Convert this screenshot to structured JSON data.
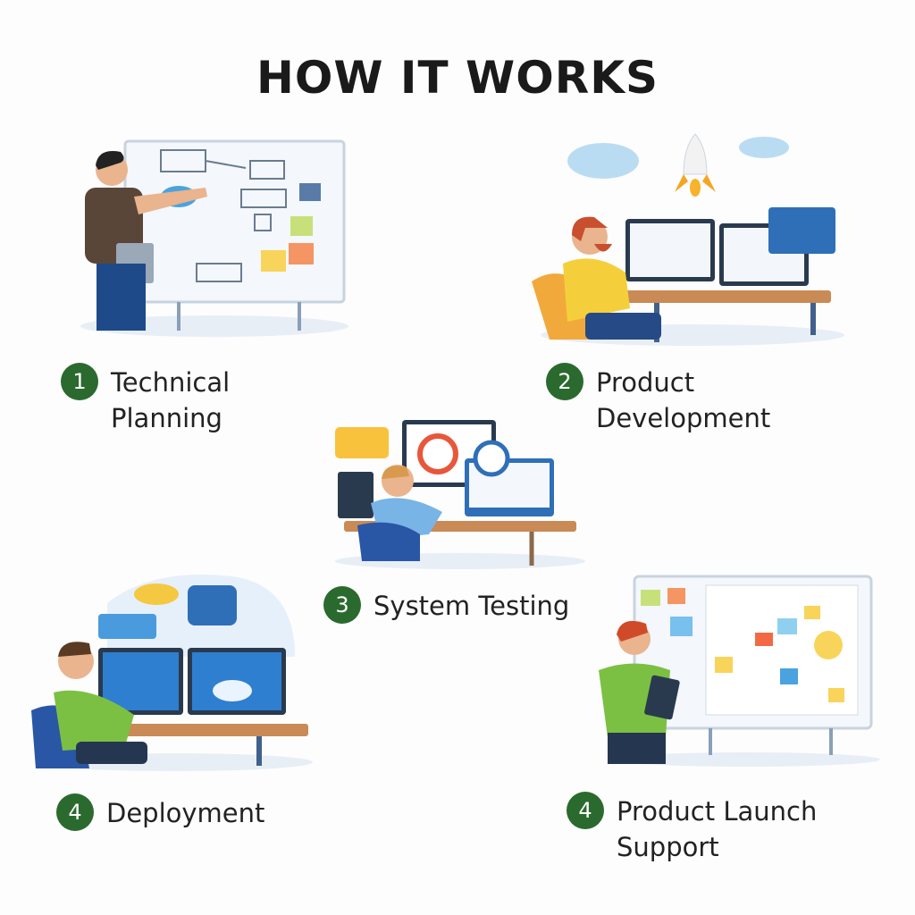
{
  "title": "HOW IT WORKS",
  "steps": [
    {
      "number": "1",
      "line1": "Technical",
      "line2": "Planning"
    },
    {
      "number": "2",
      "line1": "Product",
      "line2": "Development"
    },
    {
      "number": "3",
      "line1": "System Testing",
      "line2": ""
    },
    {
      "number": "4",
      "line1": "Deployment",
      "line2": ""
    },
    {
      "number": "4",
      "line1": "Product Launch",
      "line2": "Support"
    }
  ],
  "colors": {
    "badge": "#2b6a2e",
    "screen": "#2f6fb8",
    "shirt_green": "#7cc043",
    "desk": "#c98a55"
  }
}
